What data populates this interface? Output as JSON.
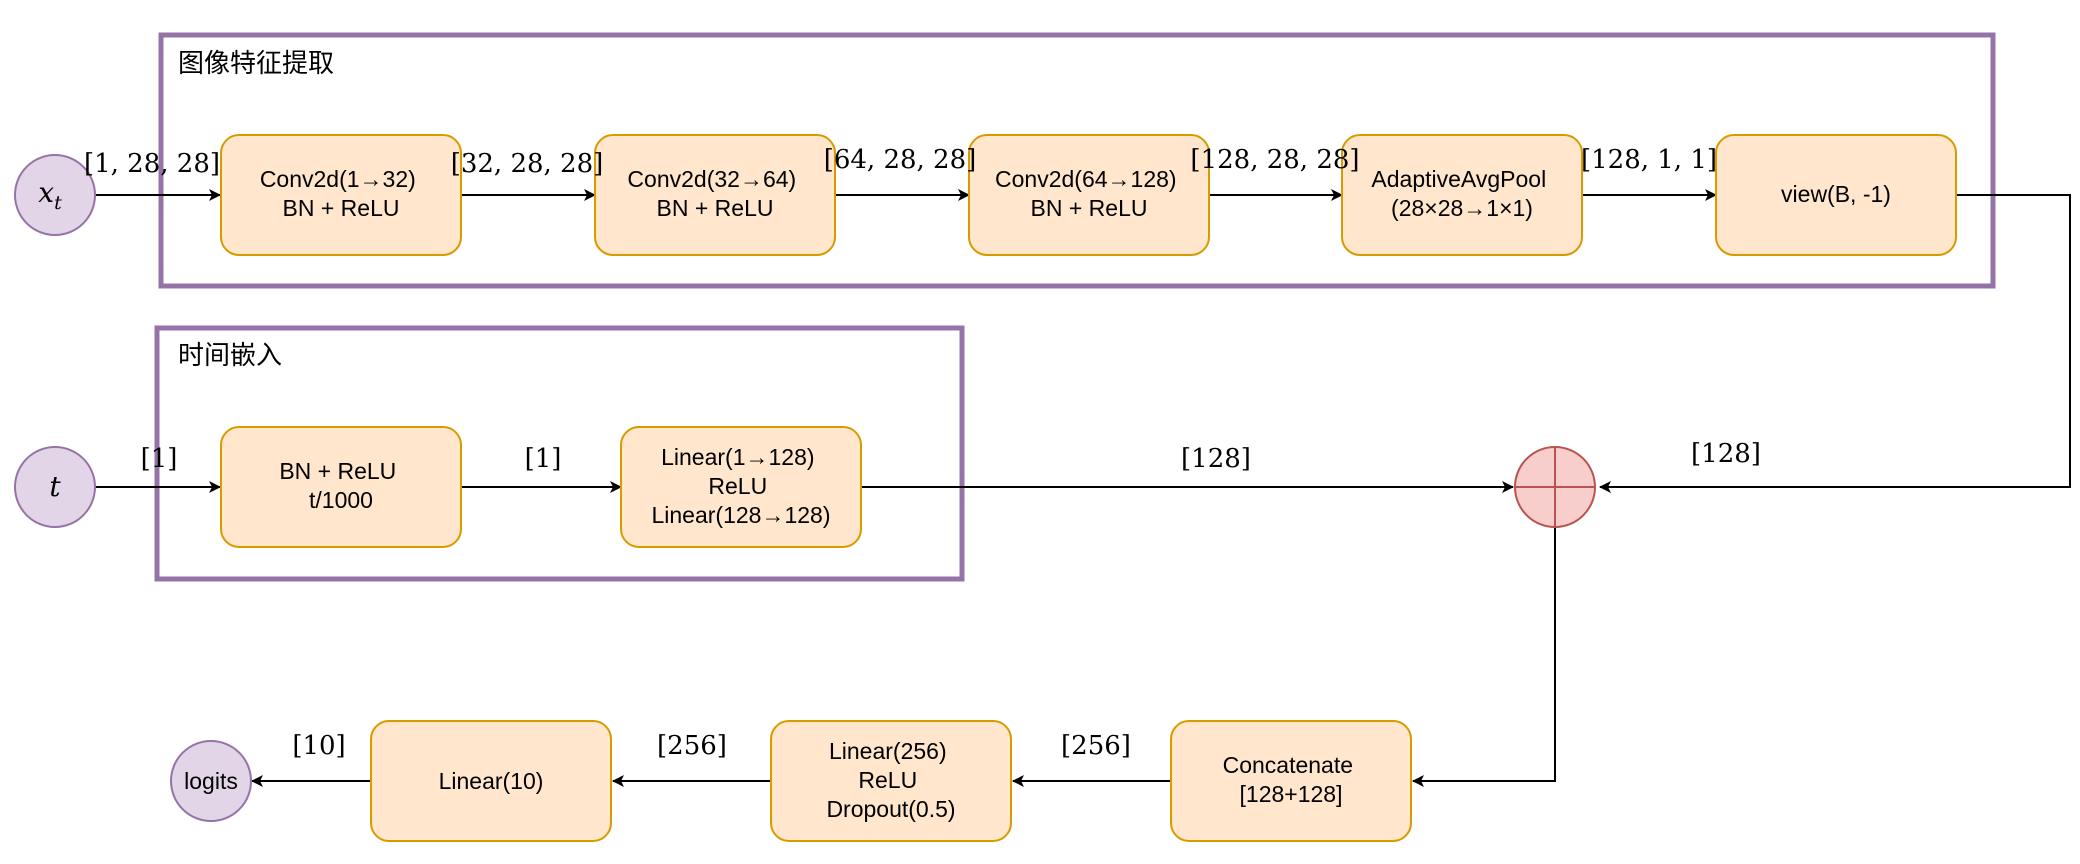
{
  "groups": {
    "image_features": "图像特征提取",
    "time_embedding": "时间嵌入"
  },
  "inputs": {
    "x_t": {
      "base": "x",
      "sub": "t"
    },
    "t": "t",
    "logits": "logits"
  },
  "nodes": {
    "conv1": [
      "Conv2d(1→32)",
      "BN + ReLU"
    ],
    "conv2": [
      "Conv2d(32→64)",
      "BN + ReLU"
    ],
    "conv3": [
      "Conv2d(64→128)",
      "BN + ReLU"
    ],
    "pool": [
      "AdaptiveAvgPool",
      "(28×28→1×1)"
    ],
    "view": [
      "view(B, -1)"
    ],
    "time_bn": [
      "BN + ReLU",
      "t/1000"
    ],
    "time_mlp": [
      "Linear(1→128)",
      "ReLU",
      "Linear(128→128)"
    ],
    "concat": [
      "Concatenate",
      "[128+128]"
    ],
    "fc1": [
      "Linear(256)",
      "ReLU",
      "Dropout(0.5)"
    ],
    "fc2": [
      "Linear(10)"
    ]
  },
  "shape_labels": {
    "xt_to_conv1": "[1, 28, 28]",
    "conv1_to_conv2": "[32, 28, 28]",
    "conv2_to_conv3": "[64, 28, 28]",
    "conv3_to_pool": "[128, 28, 28]",
    "pool_to_view": "[128, 1, 1]",
    "t_to_bn": "[1]",
    "bn_to_mlp": "[1]",
    "mlp_to_sum": "[128]",
    "view_to_sum": "[128]",
    "concat_to_fc1": "[256]",
    "fc1_to_fc2": "[256]",
    "fc2_to_logits": "[10]"
  },
  "colors": {
    "group_frame": "#9673a6",
    "node_fill": "#ffe6cc",
    "node_stroke": "#d79b00",
    "io_fill": "#e1d5e7",
    "sum_fill": "#f8cecc",
    "sum_stroke": "#b85450"
  }
}
